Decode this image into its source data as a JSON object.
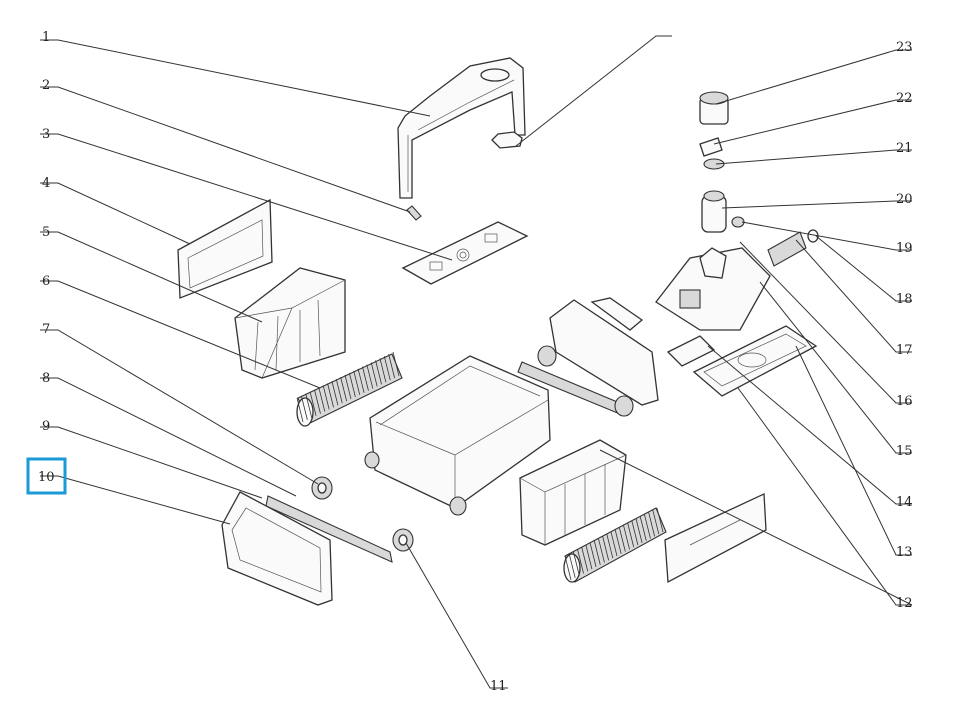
{
  "diagram": {
    "callouts": [
      "1",
      "2",
      "3",
      "4",
      "5",
      "6",
      "7",
      "8",
      "9",
      "10",
      "11",
      "12",
      "13",
      "14",
      "15",
      "16",
      "17",
      "18",
      "19",
      "20",
      "21",
      "22",
      "23"
    ],
    "highlighted_callout": "10",
    "highlight_color": "#1a9ad6"
  }
}
